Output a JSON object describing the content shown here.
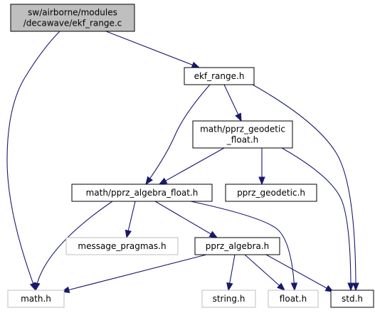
{
  "graph": {
    "nodes": [
      {
        "id": "ekf_range_c",
        "lines": [
          "sw/airborne/modules",
          "/decawave/ekf_range.c"
        ],
        "style": "root"
      },
      {
        "id": "ekf_range_h",
        "lines": [
          "ekf_range.h"
        ],
        "style": "normal"
      },
      {
        "id": "pprz_geodetic_float_h",
        "lines": [
          "math/pprz_geodetic",
          "_float.h"
        ],
        "style": "normal"
      },
      {
        "id": "pprz_algebra_float_h",
        "lines": [
          "math/pprz_algebra_float.h"
        ],
        "style": "normal"
      },
      {
        "id": "pprz_geodetic_h",
        "lines": [
          "pprz_geodetic.h"
        ],
        "style": "normal"
      },
      {
        "id": "message_pragmas_h",
        "lines": [
          "message_pragmas.h"
        ],
        "style": "muted"
      },
      {
        "id": "pprz_algebra_h",
        "lines": [
          "pprz_algebra.h"
        ],
        "style": "normal"
      },
      {
        "id": "math_h",
        "lines": [
          "math.h"
        ],
        "style": "muted"
      },
      {
        "id": "string_h",
        "lines": [
          "string.h"
        ],
        "style": "muted"
      },
      {
        "id": "float_h",
        "lines": [
          "float.h"
        ],
        "style": "muted"
      },
      {
        "id": "std_h",
        "lines": [
          "std.h"
        ],
        "style": "normal"
      }
    ],
    "edges": [
      {
        "from": "ekf_range_c",
        "to": "ekf_range_h"
      },
      {
        "from": "ekf_range_c",
        "to": "math_h"
      },
      {
        "from": "ekf_range_h",
        "to": "pprz_geodetic_float_h"
      },
      {
        "from": "ekf_range_h",
        "to": "pprz_algebra_float_h"
      },
      {
        "from": "ekf_range_h",
        "to": "std_h"
      },
      {
        "from": "pprz_geodetic_float_h",
        "to": "pprz_algebra_float_h"
      },
      {
        "from": "pprz_geodetic_float_h",
        "to": "pprz_geodetic_h"
      },
      {
        "from": "pprz_geodetic_float_h",
        "to": "std_h"
      },
      {
        "from": "pprz_algebra_float_h",
        "to": "message_pragmas_h"
      },
      {
        "from": "pprz_algebra_float_h",
        "to": "pprz_algebra_h"
      },
      {
        "from": "pprz_algebra_float_h",
        "to": "math_h"
      },
      {
        "from": "pprz_algebra_float_h",
        "to": "float_h"
      },
      {
        "from": "pprz_algebra_h",
        "to": "math_h"
      },
      {
        "from": "pprz_algebra_h",
        "to": "string_h"
      },
      {
        "from": "pprz_algebra_h",
        "to": "float_h"
      },
      {
        "from": "pprz_algebra_h",
        "to": "std_h"
      }
    ]
  }
}
